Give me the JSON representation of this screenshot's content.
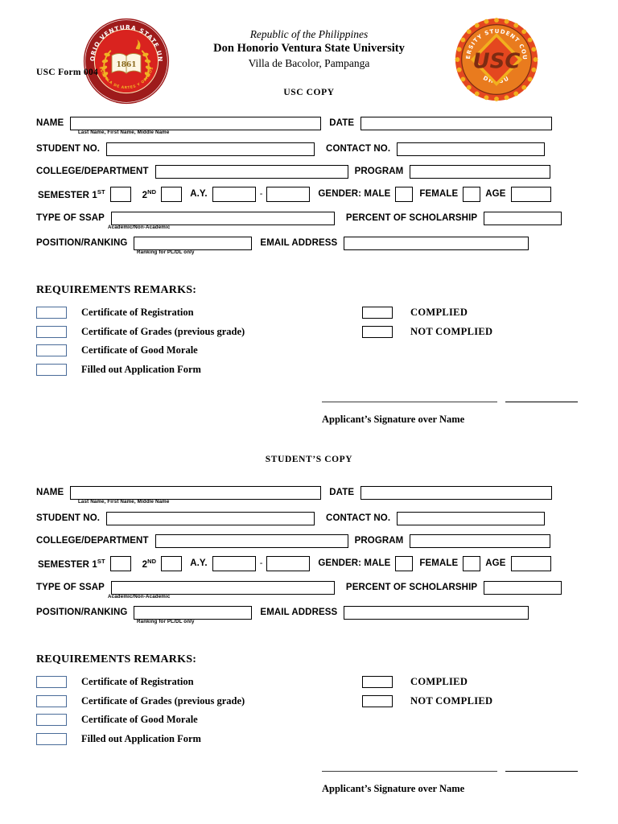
{
  "document": {
    "form_code": "USC Form 004",
    "header": {
      "line1": "Republic of the Philippines",
      "line2": "Don Honorio Ventura State University",
      "line3": "Villa de Bacolor, Pampanga"
    },
    "seals": {
      "left": {
        "name": "dhvsu-seal",
        "ring_text": "DON HONORIO VENTURA STATE UNIVERSITY",
        "year": "1861",
        "motto": "Escuela de Artes y Oficios",
        "colors": {
          "ring": "#9e1b1b",
          "field": "#d9231f",
          "text": "#ffffff",
          "laurel": "#f0b323"
        }
      },
      "right": {
        "name": "usc-seal",
        "ring_text": "UNIVERSITY STUDENT COUNCIL • DHVSU",
        "monogram": "USC",
        "colors": {
          "ring": "#e97b1e",
          "field": "#e4471f",
          "accent": "#f2b01e",
          "monogram": "#7d2b12"
        }
      }
    },
    "copies": [
      {
        "copy_label": "USC COPY",
        "fields": {
          "name_label": "NAME",
          "name_value": "",
          "name_caption": "Last Name, First Name, Middle Name",
          "date_label": "DATE",
          "date_value": "",
          "student_no_label": "STUDENT NO.",
          "student_no_value": "",
          "contact_no_label": "CONTACT NO.",
          "contact_no_value": "",
          "college_label": "COLLEGE/DEPARTMENT",
          "college_value": "",
          "program_label": "PROGRAM",
          "program_value": "",
          "semester_label": "SEMESTER 1",
          "semester_1_sup": "ST",
          "semester_1_value": "",
          "semester_2_label": "2",
          "semester_2_sup": "ND",
          "semester_2_value": "",
          "ay_label": "A.Y.",
          "ay_from_value": "",
          "ay_separator": "-",
          "ay_to_value": "",
          "gender_label": "GENDER: MALE",
          "gender_male_value": "",
          "gender_female_label": "FEMALE",
          "gender_female_value": "",
          "age_label": "AGE",
          "age_value": "",
          "ssap_label": "TYPE OF SSAP",
          "ssap_value": "",
          "ssap_caption": "Academic/Non-Academic",
          "percent_label": "PERCENT OF SCHOLARSHIP",
          "percent_value": "",
          "position_label": "POSITION/RANKING",
          "position_value": "",
          "position_caption": "Ranking for PL/DL only",
          "email_label": "EMAIL ADDRESS",
          "email_value": ""
        },
        "requirements": {
          "title": "REQUIREMENTS REMARKS:",
          "items": [
            "Certificate of Registration",
            "Certificate of Grades (previous grade)",
            "Certificate of Good Morale",
            "Filled out Application Form"
          ],
          "remarks": [
            "COMPLIED",
            "NOT COMPLIED"
          ]
        },
        "signature_caption": "Applicant’s Signature over Name"
      },
      {
        "copy_label": "STUDENT’S COPY",
        "fields": {
          "name_label": "NAME",
          "name_value": "",
          "name_caption": "Last Name, First Name, Middle Name",
          "date_label": "DATE",
          "date_value": "",
          "student_no_label": "STUDENT NO.",
          "student_no_value": "",
          "contact_no_label": "CONTACT NO.",
          "contact_no_value": "",
          "college_label": "COLLEGE/DEPARTMENT",
          "college_value": "",
          "program_label": "PROGRAM",
          "program_value": "",
          "semester_label": "SEMESTER 1",
          "semester_1_sup": "ST",
          "semester_1_value": "",
          "semester_2_label": "2",
          "semester_2_sup": "ND",
          "semester_2_value": "",
          "ay_label": "A.Y.",
          "ay_from_value": "",
          "ay_separator": "-",
          "ay_to_value": "",
          "gender_label": "GENDER: MALE",
          "gender_male_value": "",
          "gender_female_label": "FEMALE",
          "gender_female_value": "",
          "age_label": "AGE",
          "age_value": "",
          "ssap_label": "TYPE OF SSAP",
          "ssap_value": "",
          "ssap_caption": "Academic/Non-Academic",
          "percent_label": "PERCENT OF SCHOLARSHIP",
          "percent_value": "",
          "position_label": "POSITION/RANKING",
          "position_value": "",
          "position_caption": "Ranking for PL/DL only",
          "email_label": "EMAIL ADDRESS",
          "email_value": ""
        },
        "requirements": {
          "title": "REQUIREMENTS REMARKS:",
          "items": [
            "Certificate of Registration",
            "Certificate of Grades (previous grade)",
            "Certificate of Good Morale",
            "Filled out Application Form"
          ],
          "remarks": [
            "COMPLIED",
            "NOT COMPLIED"
          ]
        },
        "signature_caption": "Applicant’s Signature over Name"
      }
    ]
  }
}
